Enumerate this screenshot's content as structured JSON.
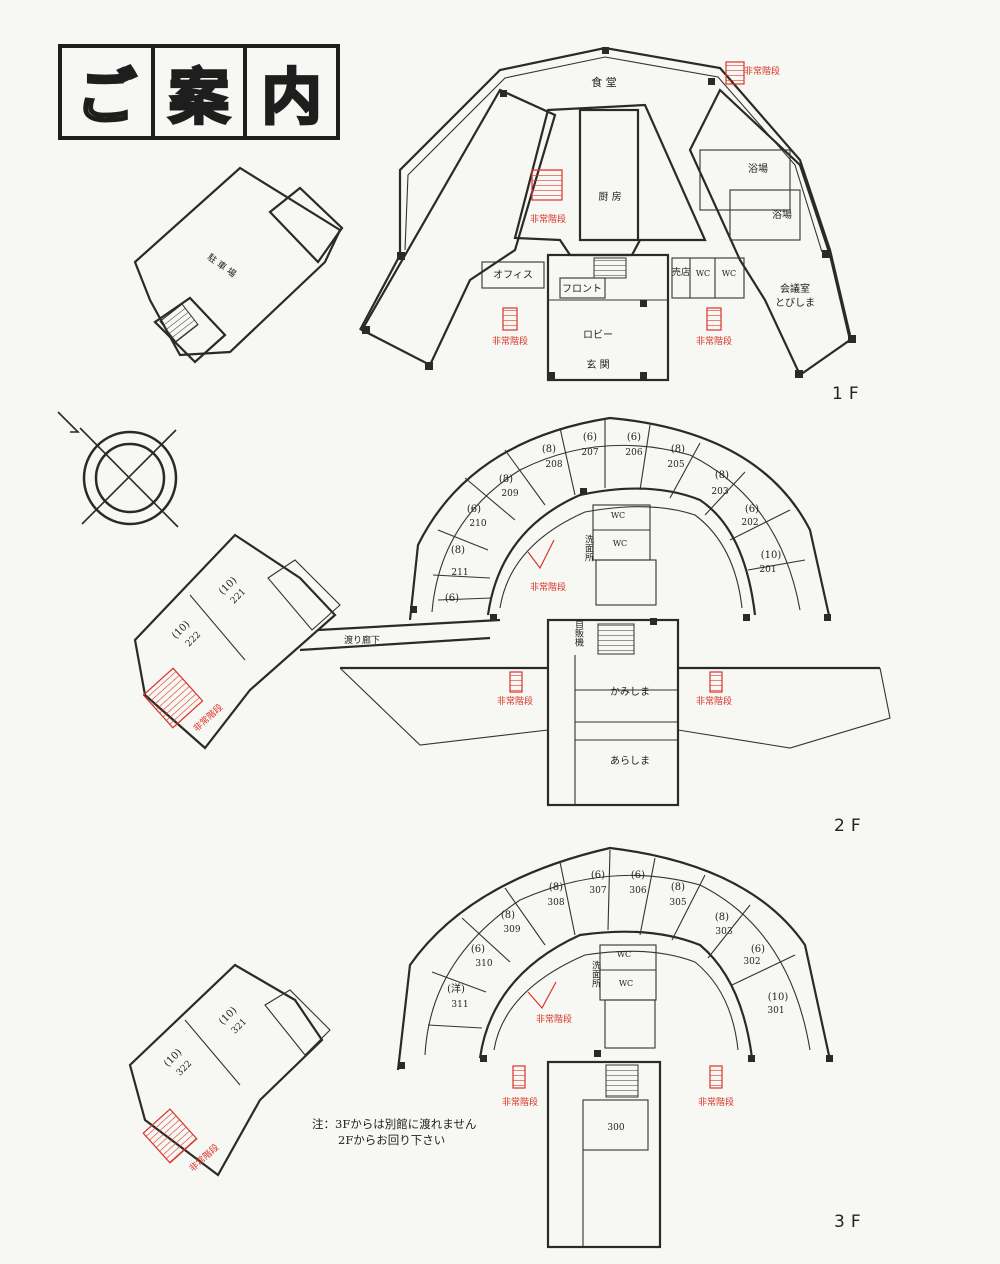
{
  "title": {
    "chars": [
      "ご",
      "案",
      "内"
    ]
  },
  "colors": {
    "wall": "#2a2a2a",
    "emergency": "#d9352a",
    "paper": "#f7f7f3"
  },
  "floors": {
    "f1": {
      "label": "1F",
      "rooms": {
        "shokudo": "食 堂",
        "chubo": "厨 房",
        "office": "オフィス",
        "front": "フロント",
        "lobby": "ロビー",
        "genkan": "玄 関",
        "baiten": "売店",
        "wc1": "WC",
        "wc2": "WC",
        "yokuba1": "浴場",
        "yokuba2": "浴場",
        "kaigishitsu": "会議室",
        "tobishima": "とびしま",
        "parking": "駐 車 場"
      },
      "emergency": [
        "非常階段",
        "非常階段",
        "非常階段",
        "非常階段"
      ]
    },
    "f2": {
      "label": "2F",
      "rooms": [
        {
          "cap": "(10)",
          "num": "201"
        },
        {
          "cap": "(6)",
          "num": "202"
        },
        {
          "cap": "(8)",
          "num": "203"
        },
        {
          "cap": "(8)",
          "num": "205"
        },
        {
          "cap": "(6)",
          "num": "206"
        },
        {
          "cap": "(6)",
          "num": "207"
        },
        {
          "cap": "(8)",
          "num": "208"
        },
        {
          "cap": "(8)",
          "num": "209"
        },
        {
          "cap": "(6)",
          "num": "210"
        },
        {
          "cap": "(8)",
          "num": "211"
        },
        {
          "cap": "(6)",
          "num": ""
        }
      ],
      "annex": [
        {
          "cap": "(10)",
          "num": "221"
        },
        {
          "cap": "(10)",
          "num": "222"
        }
      ],
      "misc": {
        "wc1": "WC",
        "wc2": "WC",
        "senmenjo": "洗面所",
        "jihanki": "自販機",
        "kamishima": "かみしま",
        "arashima": "あらしま",
        "watari": "渡り廊下"
      },
      "emergency": [
        "非常階段",
        "非常階段",
        "非常階段",
        "非常階段"
      ]
    },
    "f3": {
      "label": "3F",
      "rooms": [
        {
          "cap": "(10)",
          "num": "301"
        },
        {
          "cap": "(6)",
          "num": "302"
        },
        {
          "cap": "(8)",
          "num": "303"
        },
        {
          "cap": "(8)",
          "num": "305"
        },
        {
          "cap": "(6)",
          "num": "306"
        },
        {
          "cap": "(6)",
          "num": "307"
        },
        {
          "cap": "(8)",
          "num": "308"
        },
        {
          "cap": "(8)",
          "num": "309"
        },
        {
          "cap": "(6)",
          "num": "310"
        },
        {
          "cap": "(洋)",
          "num": "311"
        }
      ],
      "annex": [
        {
          "cap": "(10)",
          "num": "321"
        },
        {
          "cap": "(10)",
          "num": "322"
        }
      ],
      "misc": {
        "wc1": "WC",
        "wc2": "WC",
        "senmenjo": "洗面所",
        "room300": "300"
      },
      "emergency": [
        "非常階段",
        "非常階段",
        "非常階段",
        "非常階段"
      ],
      "note": [
        "注：3Fからは別館に渡れません",
        "2Fからお回り下さい"
      ]
    }
  }
}
